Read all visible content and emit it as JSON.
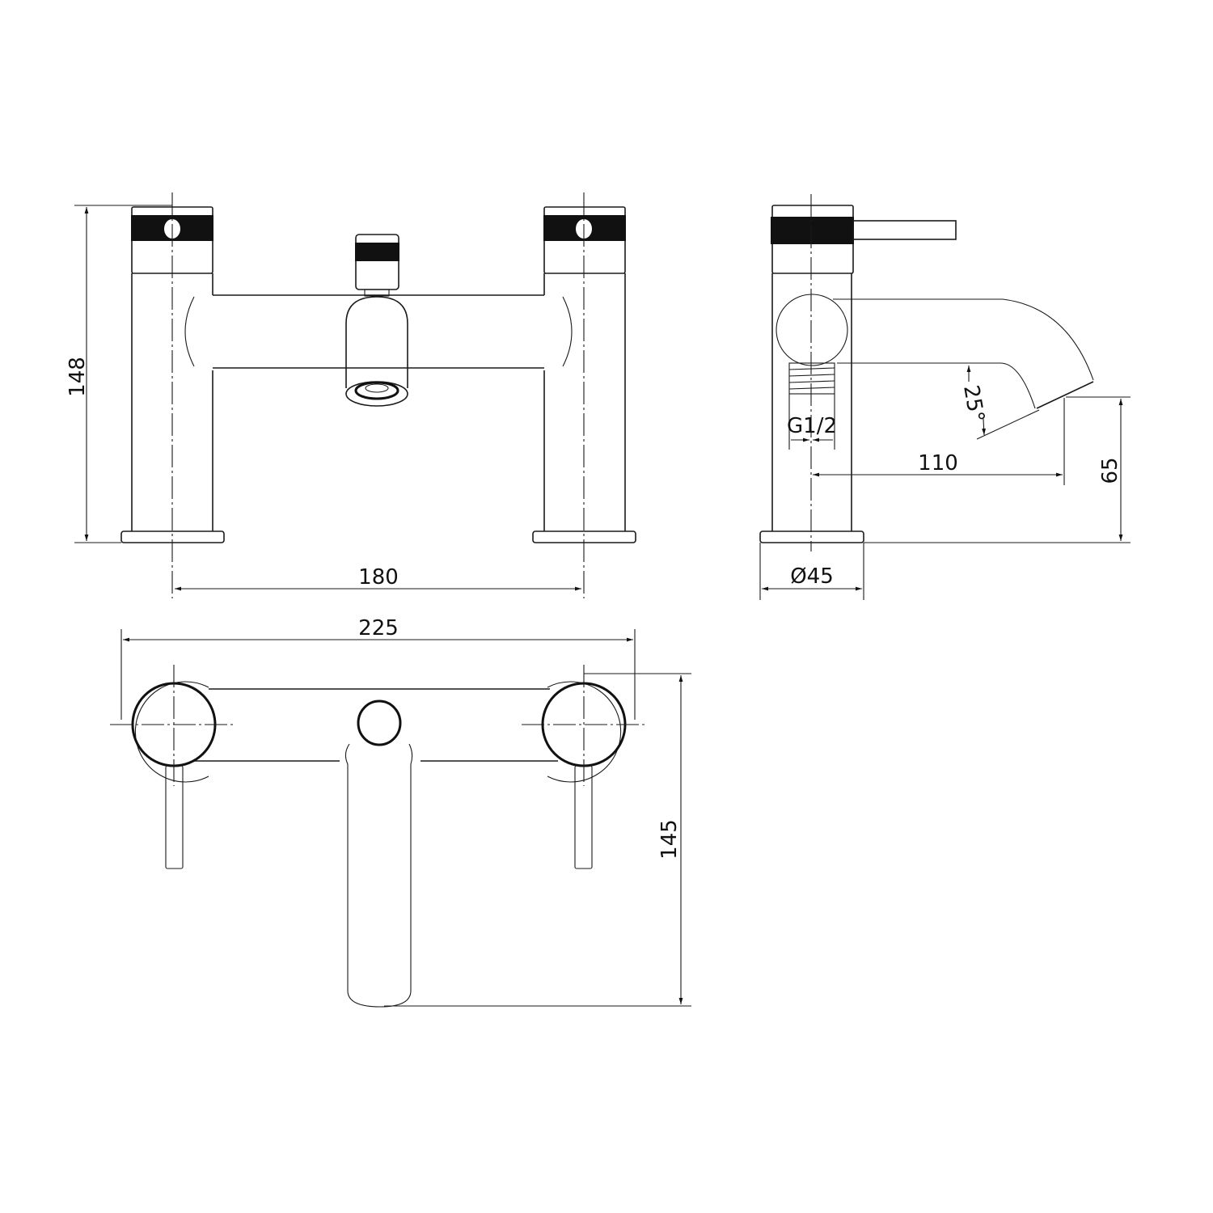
{
  "drawing": {
    "subject": "Bath filler tap technical drawing",
    "views": [
      "front-view",
      "side-view",
      "top-view"
    ],
    "line_color": "#111111",
    "background": "#ffffff"
  },
  "dimensions": {
    "overall_height": "148",
    "centres": "180",
    "overall_width": "225",
    "depth": "145",
    "base_diameter": "Ø45",
    "spout_reach": "110",
    "spout_height": "65",
    "spout_angle": "25°",
    "thread": "G1/2"
  }
}
